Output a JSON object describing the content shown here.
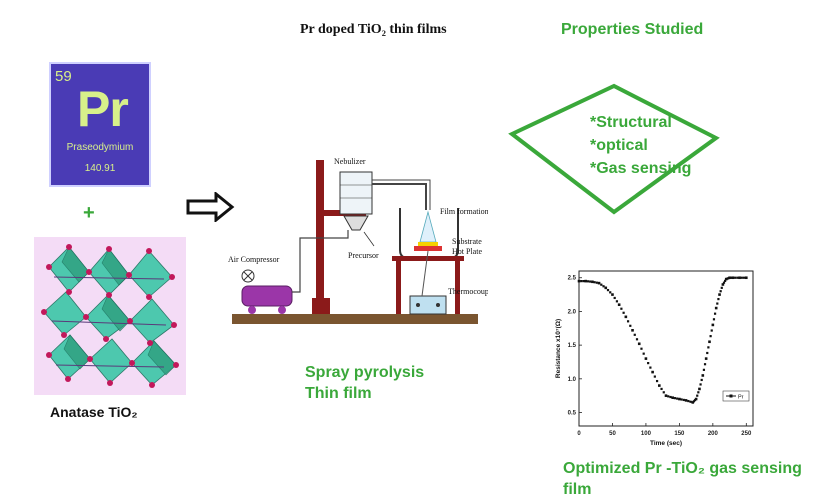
{
  "title": "Pr doped TiO₂ thin films",
  "element": {
    "number": "59",
    "symbol": "Pr",
    "name": "Praseodymium",
    "mass": "140.91",
    "tile_color": "#4a3bb5",
    "text_color": "#d8f08a"
  },
  "plus": "+",
  "anatase_label": "Anatase TiO₂",
  "properties": {
    "heading": "Properties Studied",
    "items": [
      "*Structural",
      "*optical",
      "*Gas sensing"
    ],
    "color": "#3aa83a"
  },
  "apparatus": {
    "nebulizer": "Nebulizer",
    "film_formation": "Film formation",
    "substrate": "Substrate",
    "hot_plate": "Hot Plate",
    "air_compressor": "Air Compressor",
    "precursor": "Precursor",
    "thermocouple": "Thermocouple"
  },
  "spray": {
    "line1": "Spray pyrolysis",
    "line2": "Thin film"
  },
  "optimized": {
    "line1": "Optimized Pr -TiO₂ gas sensing",
    "line2": "film"
  },
  "chart_data": {
    "type": "scatter",
    "xlabel": "Time (sec)",
    "ylabel": "Resistance x10⁷(Ω)",
    "xlim": [
      0,
      260
    ],
    "ylim": [
      0.3,
      2.6
    ],
    "xticks": [
      "0",
      "50",
      "100",
      "150",
      "200",
      "250"
    ],
    "yticks": [
      "0.5",
      "1.0",
      "1.5",
      "2.0",
      "2.5"
    ],
    "legend": "Pr",
    "legend_position": "right",
    "series": [
      {
        "name": "Pr",
        "x": [
          0,
          10,
          20,
          30,
          40,
          50,
          60,
          70,
          80,
          90,
          100,
          110,
          120,
          130,
          140,
          150,
          160,
          170,
          175,
          180,
          185,
          190,
          195,
          200,
          205,
          210,
          215,
          220,
          225,
          230,
          240,
          250
        ],
        "y": [
          2.45,
          2.45,
          2.44,
          2.42,
          2.35,
          2.25,
          2.1,
          1.92,
          1.72,
          1.52,
          1.3,
          1.1,
          0.9,
          0.75,
          0.72,
          0.7,
          0.68,
          0.65,
          0.7,
          0.85,
          1.05,
          1.3,
          1.55,
          1.8,
          2.05,
          2.25,
          2.4,
          2.48,
          2.5,
          2.5,
          2.5,
          2.5
        ]
      }
    ]
  }
}
